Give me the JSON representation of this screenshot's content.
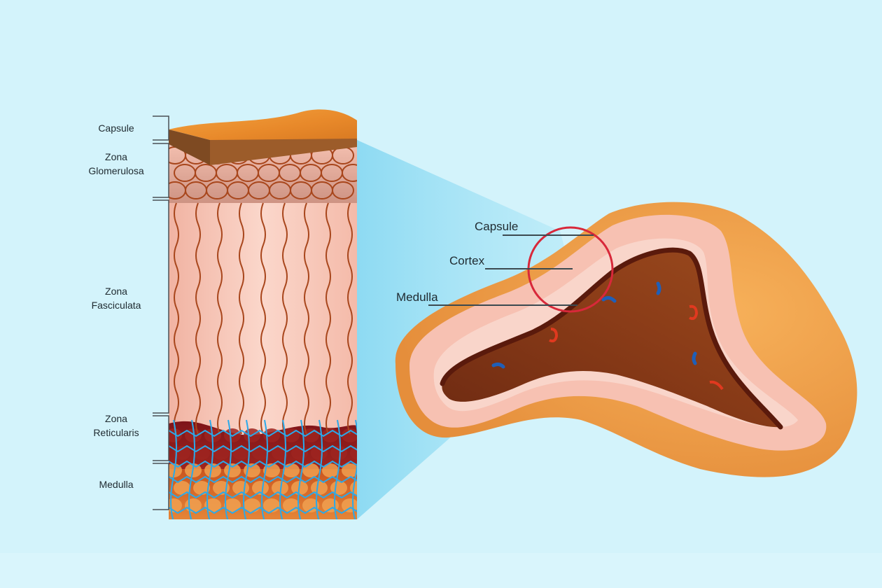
{
  "colors": {
    "background": "#d3f3fb",
    "capsule_top": "#e8912e",
    "capsule_side": "#8a5226",
    "cortex_pink": "#f7c3b4",
    "reticularis": "#8e1c22",
    "medulla": "#e07a2c",
    "vessel_blue": "#2aa9ea",
    "vessel_brown": "#a8461c",
    "gland_outer": "#f0a04f",
    "gland_medulla": "#8a3a17",
    "highlight_circle": "#d8283a",
    "projection": "#8fdcf3"
  },
  "left_labels": [
    {
      "lines": [
        "Capsule"
      ],
      "name": "label-capsule-layer"
    },
    {
      "lines": [
        "Zona",
        "Glomerulosa"
      ],
      "name": "label-zona-glomerulosa"
    },
    {
      "lines": [
        "Zona",
        "Fasciculata"
      ],
      "name": "label-zona-fasciculata"
    },
    {
      "lines": [
        "Zona",
        "Reticularis"
      ],
      "name": "label-zona-reticularis"
    },
    {
      "lines": [
        "Medulla"
      ],
      "name": "label-medulla-layer"
    }
  ],
  "right_labels": {
    "capsule": "Capsule",
    "cortex": "Cortex",
    "medulla": "Medulla"
  }
}
